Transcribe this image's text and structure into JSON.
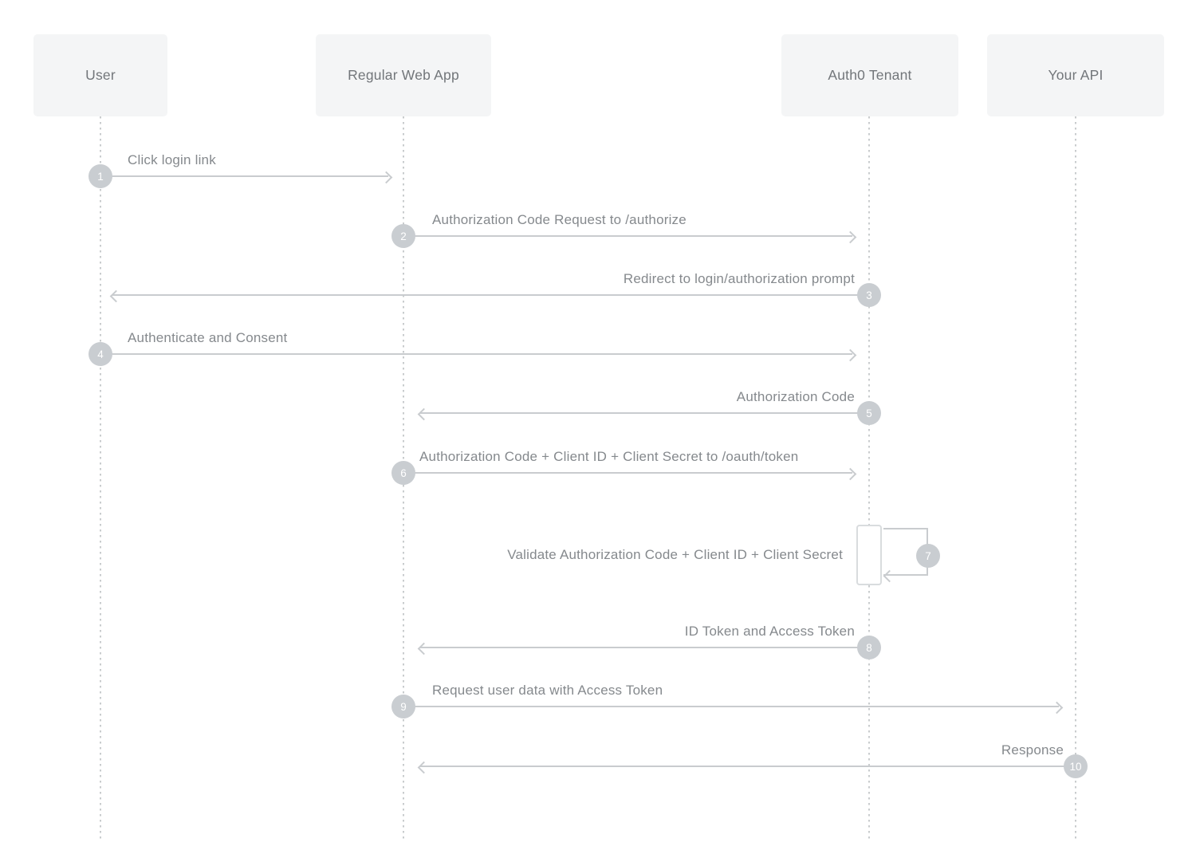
{
  "actors": [
    {
      "name": "User"
    },
    {
      "name": "Regular Web App"
    },
    {
      "name": "Auth0 Tenant"
    },
    {
      "name": "Your API"
    }
  ],
  "messages": [
    {
      "num": "1",
      "label": "Click login link",
      "from": "User",
      "to": "Regular Web App",
      "direction": "right"
    },
    {
      "num": "2",
      "label": "Authorization Code Request to /authorize",
      "from": "Regular Web App",
      "to": "Auth0 Tenant",
      "direction": "right"
    },
    {
      "num": "3",
      "label": "Redirect to login/authorization prompt",
      "from": "Auth0 Tenant",
      "to": "User",
      "direction": "left"
    },
    {
      "num": "4",
      "label": "Authenticate and Consent",
      "from": "User",
      "to": "Auth0 Tenant",
      "direction": "right"
    },
    {
      "num": "5",
      "label": "Authorization Code",
      "from": "Auth0 Tenant",
      "to": "Regular Web App",
      "direction": "left"
    },
    {
      "num": "6",
      "label": "Authorization Code + Client ID + Client Secret to /oauth/token",
      "from": "Regular Web App",
      "to": "Auth0 Tenant",
      "direction": "right"
    },
    {
      "num": "7",
      "label": "Validate Authorization Code + Client ID + Client Secret",
      "from": "Auth0 Tenant",
      "to": "Auth0 Tenant",
      "direction": "self"
    },
    {
      "num": "8",
      "label": "ID Token and Access Token",
      "from": "Auth0 Tenant",
      "to": "Regular Web App",
      "direction": "left"
    },
    {
      "num": "9",
      "label": "Request user data with Access Token",
      "from": "Regular Web App",
      "to": "Your API",
      "direction": "right"
    },
    {
      "num": "10",
      "label": "Response",
      "from": "Your API",
      "to": "Regular Web App",
      "direction": "left"
    }
  ],
  "colors": {
    "background": "#ffffff",
    "actor_box_fill": "#f4f5f6",
    "actor_text": "#72767a",
    "label_text": "#85898d",
    "arrow": "#c9cccf",
    "badge_fill": "#c9cdd1",
    "badge_text": "#ffffff",
    "activation_border": "#d9dcde"
  }
}
